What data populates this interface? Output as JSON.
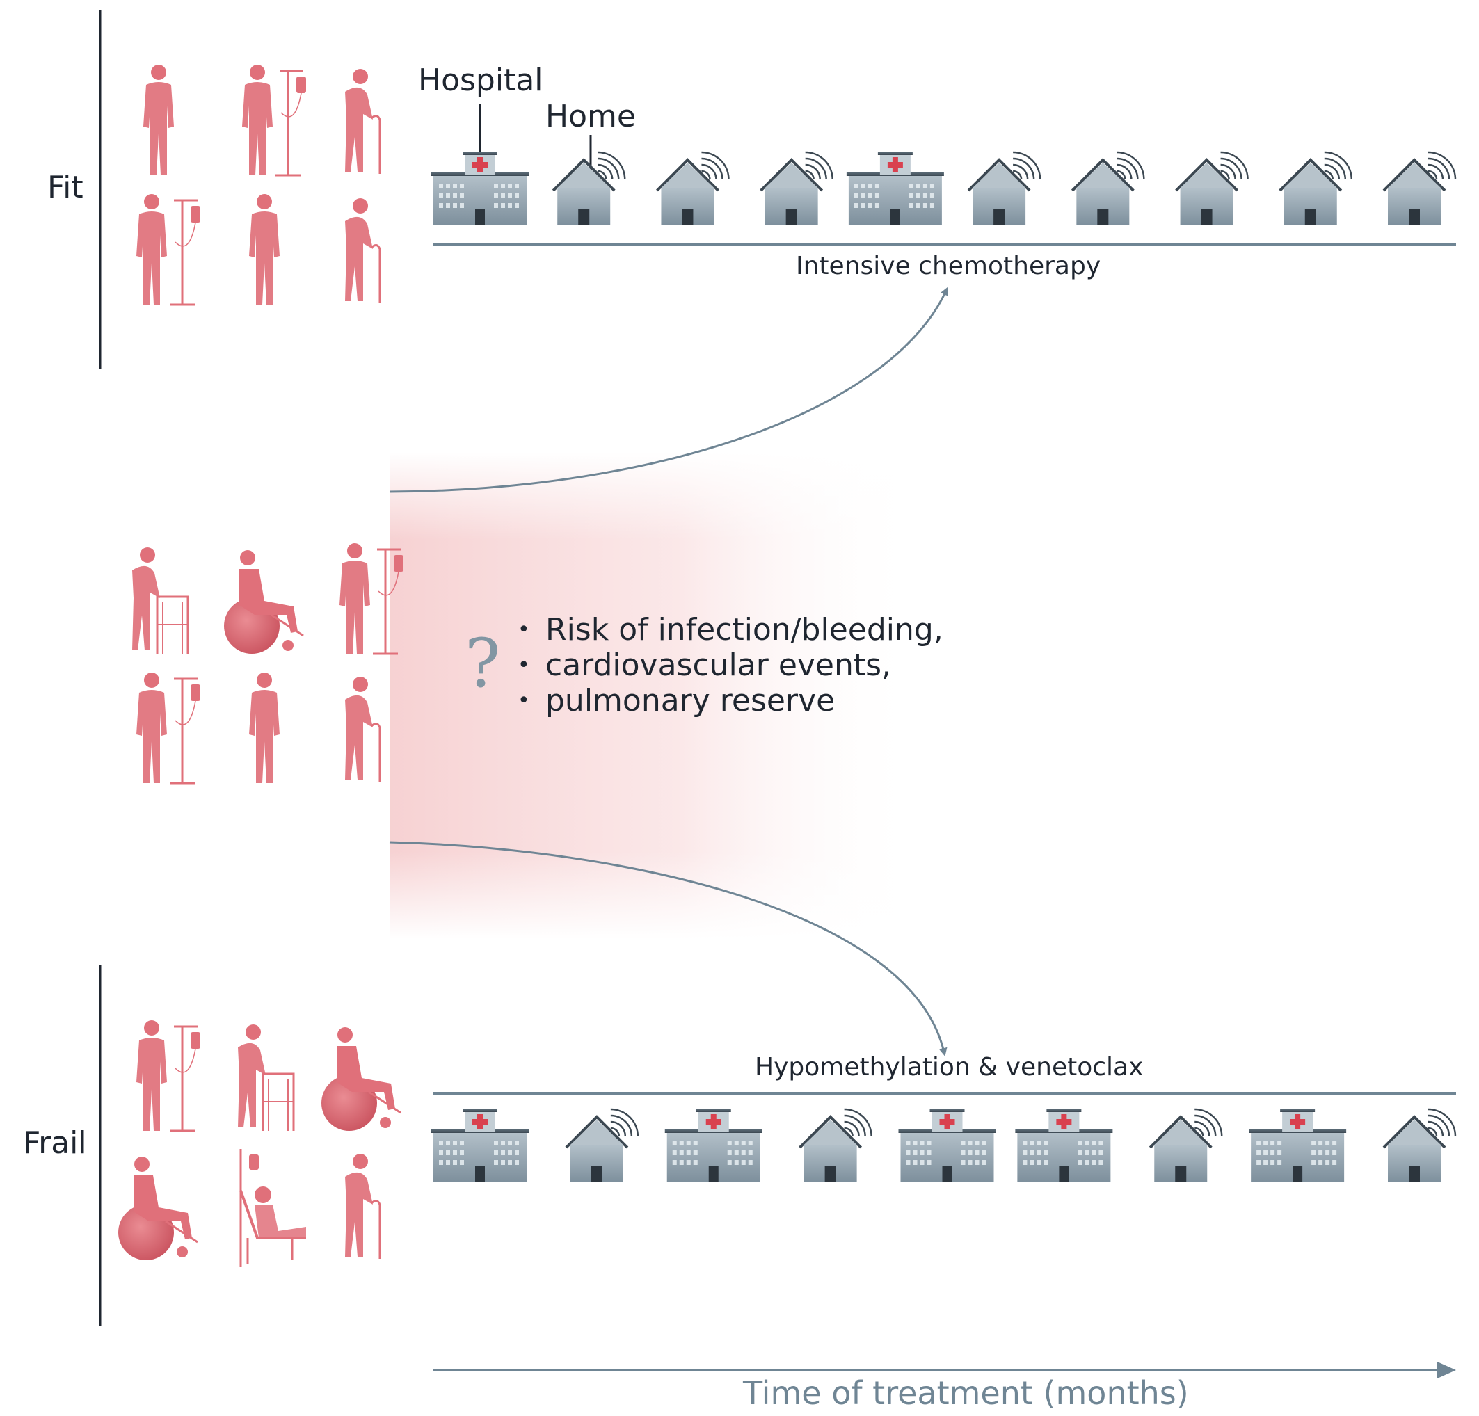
{
  "groups": {
    "fit": "Fit",
    "frail": "Frail"
  },
  "locations": {
    "hospital": "Hospital",
    "home": "Home"
  },
  "treatments": {
    "fit": "Intensive chemotherapy",
    "frail": "Hypomethylation & venetoclax"
  },
  "question_mark": "?",
  "risks": [
    "Risk of infection/bleeding,",
    "cardiovascular events,",
    "pulmonary reserve"
  ],
  "axis": {
    "label": "Time of treatment (months)"
  },
  "sequences": {
    "fit": [
      "hospital",
      "home",
      "home",
      "home",
      "hospital",
      "home",
      "home",
      "home",
      "home",
      "home"
    ],
    "frail": [
      "hospital",
      "home",
      "hospital",
      "home",
      "hospital",
      "hospital",
      "home",
      "hospital",
      "home"
    ]
  },
  "figures": {
    "fit": [
      "standing-figure",
      "iv-pole-figure",
      "cane-figure",
      "iv-pole-figure",
      "standing-figure",
      "cane-figure"
    ],
    "middle": [
      "walker-figure",
      "wheelchair-figure",
      "iv-pole-figure",
      "iv-pole-figure",
      "standing-figure",
      "cane-figure"
    ],
    "frail": [
      "iv-pole-figure",
      "walker-figure",
      "wheelchair-figure",
      "wheelchair-figure",
      "bedridden-figure",
      "cane-figure"
    ]
  },
  "colors": {
    "figure": "#e0707a",
    "building": "#8a9ba8",
    "line": "#6f8594",
    "cross": "#d9414f",
    "text": "#1f2630",
    "axis_text": "#6f8594"
  }
}
